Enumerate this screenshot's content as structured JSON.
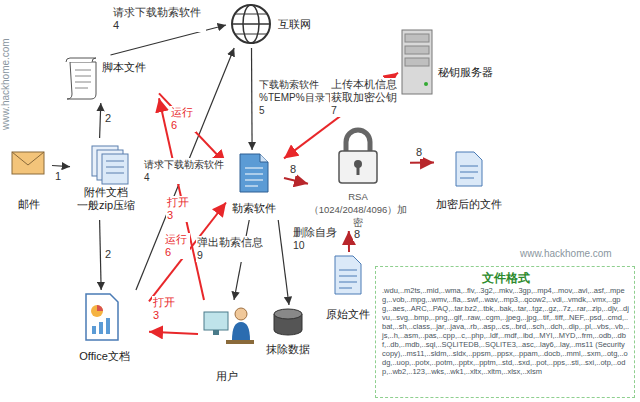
{
  "diagram": {
    "nodes": [
      {
        "text": [
          "邮件"
        ]
      },
      {
        "text": [
          "附件文档 一般zip压缩"
        ]
      },
      {
        "text": [
          "脚本文件"
        ]
      },
      {
        "text": [
          "互联网"
        ]
      },
      {
        "text": [
          "勒索软件"
        ]
      },
      {
        "text": [
          "RSA（1024/2048/4096）加密"
        ]
      },
      {
        "text": [
          "秘钥服务器"
        ]
      },
      {
        "text": [
          "加密后的文件"
        ]
      },
      {
        "text": [
          "原始文件"
        ]
      },
      {
        "text": [
          "文件格式",
          ".wdu,..m2ts,..mid,..wma,..flv,..3g2,..mkv,..3gp,..mp4,..mov,..avi,..asf,..mpeg,..vob,..mpg,..wmv,..fla,..swf,..wav,..mp3,..qcow2,..vdi,..vmdk,..vmx,..gpg,..aes,..ARC,..PAQ,..tar.bz2,..tbk,..bak,..tar,..tgz,..gz,..7z,..rar,..zip,..djv,..djvu,..svg,..bmp,..png,..gif,..raw,..cgm,..jpeg,..jpg,..tif,..tiff,..NEF,..psd,..cmd,..bat,..sh,..class,..jar,..java,..rb,..asp,..cs,..brd,..sch,..dch,..dip,..pl,..vbs,..vb,..js,..h,..asm,..pas,..cpp,..c,..php,..ldf,..mdf,..ibd,..MYI,..MYD,..frm,..odb,..dbf,..db,..mdb,..sql,..SQLITEDB,..SQLITE3,..asc,..lay6,..lay,..ms11 (Security copy),..ms11,..sldm,..sldx,..ppsm,..ppsx,..ppam,..docb,..mml,..sxm,..otg,..odg,..uop,..potx,..potm,..pptx,..pptm,..std,..sxd,..pot,..pps,..sti,..sxi,..otp,..odp,..wb2,..123,..wks,..wk1,..xltx,..xltm,..xlsx,..xlsm"
        ]
      },
      {
        "text": [
          "Office文档"
        ]
      },
      {
        "text": [
          "用户"
        ]
      },
      {
        "text": [
          "抹除数据"
        ]
      }
    ],
    "edges": [
      {
        "from": 0,
        "to": 1,
        "arrow": "to",
        "label": "1"
      },
      {
        "from": 1,
        "to": 2,
        "arrow": "to",
        "label": "2"
      },
      {
        "from": 1,
        "to": 10,
        "arrow": "to",
        "label": "2"
      },
      {
        "from": 2,
        "to": 3,
        "arrow": "to",
        "label": "请求下载勒索软件 4"
      },
      {
        "from": 10,
        "to": 3,
        "arrow": "to",
        "label": "请求下载勒索软件 4"
      },
      {
        "from": 3,
        "to": 4,
        "arrow": "to",
        "label": "下载勒索软件 %TEMP%目录下 5"
      },
      {
        "from": 2,
        "to": 4,
        "arrow": "to",
        "label": "运行 6"
      },
      {
        "from": 10,
        "to": 4,
        "arrow": "to",
        "label": "运行 6"
      },
      {
        "from": 11,
        "to": 10,
        "arrow": "to",
        "label": "打开 3"
      },
      {
        "from": 11,
        "to": 2,
        "arrow": "to",
        "label": "打开 3"
      },
      {
        "from": 6,
        "to": 4,
        "arrow": "both",
        "label": "上传本机信息 获取加密公钥 7"
      },
      {
        "from": 4,
        "to": 5,
        "arrow": "to",
        "label": "8"
      },
      {
        "from": 5,
        "to": 7,
        "arrow": "to",
        "label": "8"
      },
      {
        "from": 8,
        "to": 5,
        "arrow": "to",
        "label": "8"
      },
      {
        "from": 4,
        "to": 11,
        "arrow": "to",
        "label": "弹出勒索信息 9"
      },
      {
        "from": 4,
        "to": 12,
        "arrow": "to",
        "label": "删除自身 10"
      }
    ],
    "labels": [
      "www.hackhome.com",
      "www.hackhome.com"
    ]
  }
}
